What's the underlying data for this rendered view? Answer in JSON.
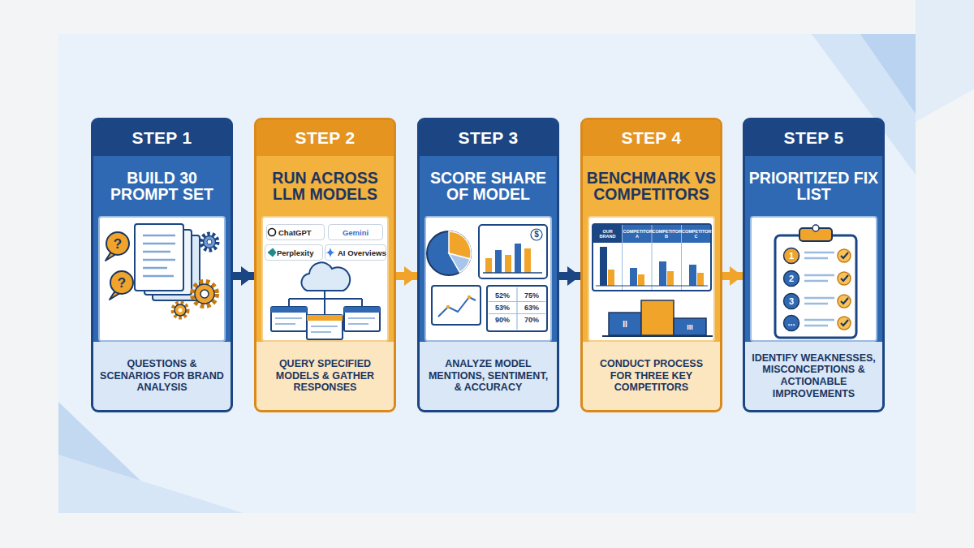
{
  "diagram": {
    "nodes": [
      {
        "text": [
          "STEP 1",
          "BUILD 30 PROMPT SET",
          "QUESTIONS & SCENARIOS FOR BRAND ANALYSIS"
        ]
      },
      {
        "text": [
          "STEP 2",
          "RUN ACROSS LLM MODELS",
          "QUERY SPECIFIED MODELS & GATHER RESPONSES"
        ]
      },
      {
        "text": [
          "ChatGPT"
        ],
        "in": 1
      },
      {
        "text": [
          "Gemini"
        ],
        "in": 1
      },
      {
        "text": [
          "Perplexity"
        ],
        "in": 1
      },
      {
        "text": [
          "AI Overviews"
        ],
        "in": 1
      },
      {
        "text": [
          "STEP 3",
          "SCORE SHARE OF MODEL",
          "ANALYZE MODEL MENTIONS, SENTIMENT, & ACCURACY"
        ]
      },
      {
        "text": [
          "STEP 4",
          "BENCHMARK VS COMPETITORS",
          "CONDUCT PROCESS FOR THREE KEY COMPETITORS"
        ]
      },
      {
        "text": [
          "STEP 5",
          "PRIORITIZED FIX LIST",
          "IDENTIFY WEAKNESSES, MISCONCEPTIONS & ACTIONABLE IMPROVEMENTS"
        ]
      }
    ],
    "edges": [
      {
        "from": 0,
        "to": 1,
        "arrow": "to"
      },
      {
        "from": 1,
        "to": 6,
        "arrow": "to"
      },
      {
        "from": 6,
        "to": 7,
        "arrow": "to"
      },
      {
        "from": 7,
        "to": 8,
        "arrow": "to"
      }
    ],
    "labels": [
      "?",
      "?",
      "$",
      "52%",
      "75%",
      "53%",
      "63%",
      "90%",
      "70%",
      "OUR BRAND",
      "COMPETITOR A",
      "COMPETITOR B",
      "COMPETITOR C",
      "II",
      "III",
      "1",
      "2",
      "3",
      "..."
    ]
  }
}
